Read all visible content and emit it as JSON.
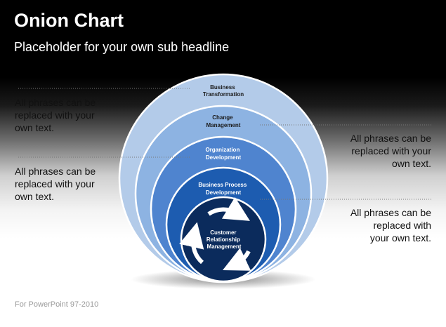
{
  "title": "Onion Chart",
  "subtitle": "Placeholder for your own sub headline",
  "footer": "For PowerPoint 97-2010",
  "layers": [
    {
      "lines": [
        "Business",
        "Transformation"
      ]
    },
    {
      "lines": [
        "Change",
        "Management"
      ]
    },
    {
      "lines": [
        "Organization",
        "Development"
      ]
    },
    {
      "lines": [
        "Business Process",
        "Development"
      ]
    },
    {
      "lines": [
        "Customer",
        "Relationship",
        "Management"
      ]
    }
  ],
  "notes": [
    {
      "text": "All phrases can be\nreplaced with your\nown text."
    },
    {
      "text": "All phrases can be\nreplaced with your\nown text."
    },
    {
      "text": "All phrases can be\nreplaced with your\nown text."
    },
    {
      "text": "All phrases can be\nreplaced with\nyour own text."
    }
  ],
  "colors": {
    "ring1": "#b3cbe9",
    "ring2": "#8db3e2",
    "ring3": "#4f84cf",
    "ring4": "#1d5cb0",
    "core": "#0b2b5c",
    "ring_stroke": "#ffffff",
    "arrows": "#ffffff"
  }
}
